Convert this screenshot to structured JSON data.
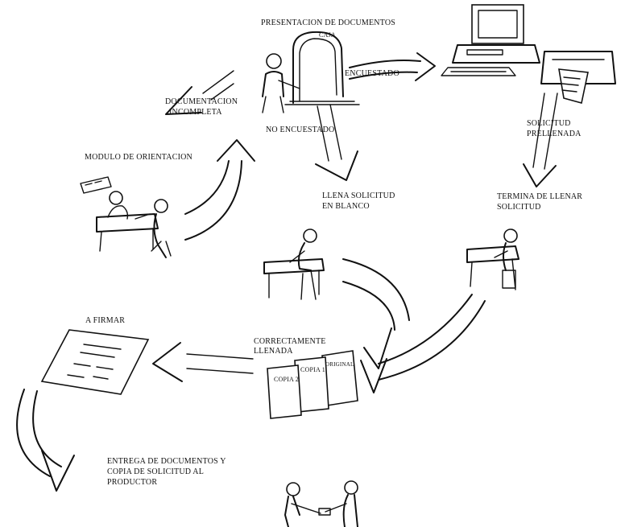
{
  "labels": {
    "presentacion": "PRESENTACION DE DOCUMENTOS",
    "caja": "CAJA",
    "encuestado": "ENCUESTADO",
    "documentacion_1": "DOCUMENTACION",
    "documentacion_2": "INCOMPLETA",
    "no_encuestado": "NO ENCUESTADO",
    "solicitud_1": "SOLICITUD",
    "solicitud_2": "PRELLENADA",
    "modulo": "MODULO DE ORIENTACION",
    "llena_1": "LLENA SOLICITUD",
    "llena_2": "EN BLANCO",
    "termina_1": "TERMINA DE LLENAR",
    "termina_2": "SOLICITUD",
    "a_firmar": "A FIRMAR",
    "correcta_1": "CORRECTAMENTE",
    "correcta_2": "LLENADA",
    "copia_2": "COPIA 2",
    "copia_1": "COPIA 1",
    "original": "ORIGINAL",
    "entrega_1": "ENTREGA DE DOCUMENTOS Y",
    "entrega_2": "COPIA DE SOLICITUD AL",
    "entrega_3": "PRODUCTOR"
  }
}
